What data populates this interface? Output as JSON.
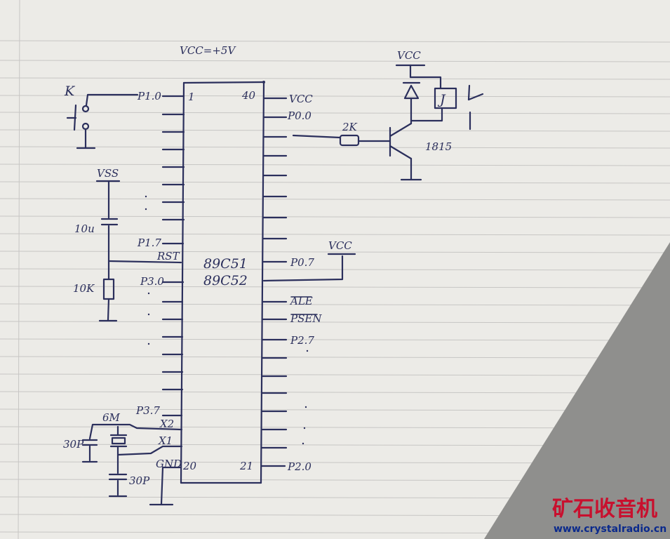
{
  "power": {
    "supply_label": "VCC=+5V",
    "vcc": "VCC",
    "vss": "VSS"
  },
  "mcu": {
    "part_a": "89C51",
    "part_b": "89C52",
    "pin_1": "1",
    "pin_40": "40",
    "pin_20": "20",
    "pin_21": "21"
  },
  "left_pins": {
    "p1_0": "P1.0",
    "p1_7": "P1.7",
    "rst": "RST",
    "p3_0": "P3.0",
    "p3_7": "P3.7",
    "x2": "X2",
    "x1": "X1",
    "gnd": "GND"
  },
  "right_pins": {
    "vcc": "VCC",
    "p0_0": "P0.0",
    "p0_7": "P0.7",
    "ale": "ALE",
    "psen": "PSEN",
    "p2_7": "P2.7",
    "p2_0": "P2.0"
  },
  "components": {
    "switch_k": "K",
    "cap_reset": "10u",
    "res_reset": "10K",
    "crystal": "6M",
    "cap_x1": "30P",
    "cap_x2": "30P",
    "res_base": "2K",
    "transistor": "1815",
    "relay": "J",
    "pullup_vcc": "VCC",
    "relay_vcc": "VCC"
  },
  "watermark": {
    "site_cn": "矿石收音机",
    "url": "www.crystalradio.cn"
  }
}
